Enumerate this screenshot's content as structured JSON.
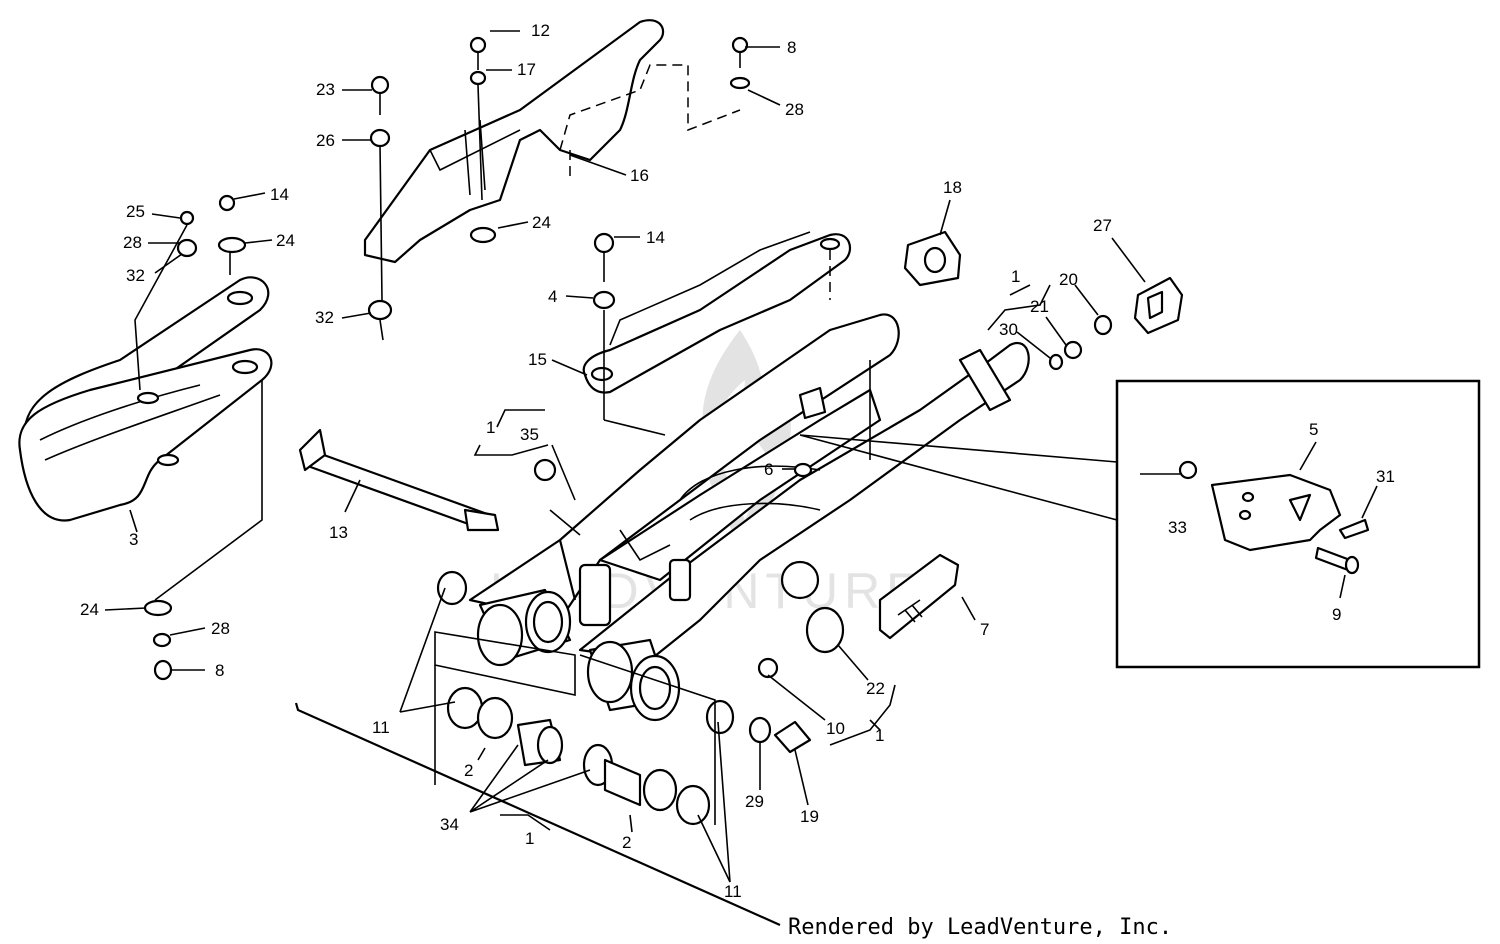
{
  "credit": "Rendered by LeadVenture, Inc.",
  "watermark": "LEADVENTURE",
  "callouts": {
    "c1a": "1",
    "c1b": "1",
    "c1c": "1",
    "c1d": "1",
    "c2a": "2",
    "c2b": "2",
    "c3": "3",
    "c4": "4",
    "c5": "5",
    "c6": "6",
    "c7": "7",
    "c8a": "8",
    "c8b": "8",
    "c9": "9",
    "c10": "10",
    "c11a": "11",
    "c11b": "11",
    "c12": "12",
    "c13": "13",
    "c14a": "14",
    "c14b": "14",
    "c15": "15",
    "c16": "16",
    "c17": "17",
    "c18": "18",
    "c19": "19",
    "c20": "20",
    "c21": "21",
    "c22": "22",
    "c23": "23",
    "c24a": "24",
    "c24b": "24",
    "c24c": "24",
    "c25": "25",
    "c26": "26",
    "c27": "27",
    "c28a": "28",
    "c28b": "28",
    "c28c": "28",
    "c29": "29",
    "c30": "30",
    "c31": "31",
    "c32a": "32",
    "c32b": "32",
    "c33": "33",
    "c34": "34",
    "c35": "35"
  }
}
